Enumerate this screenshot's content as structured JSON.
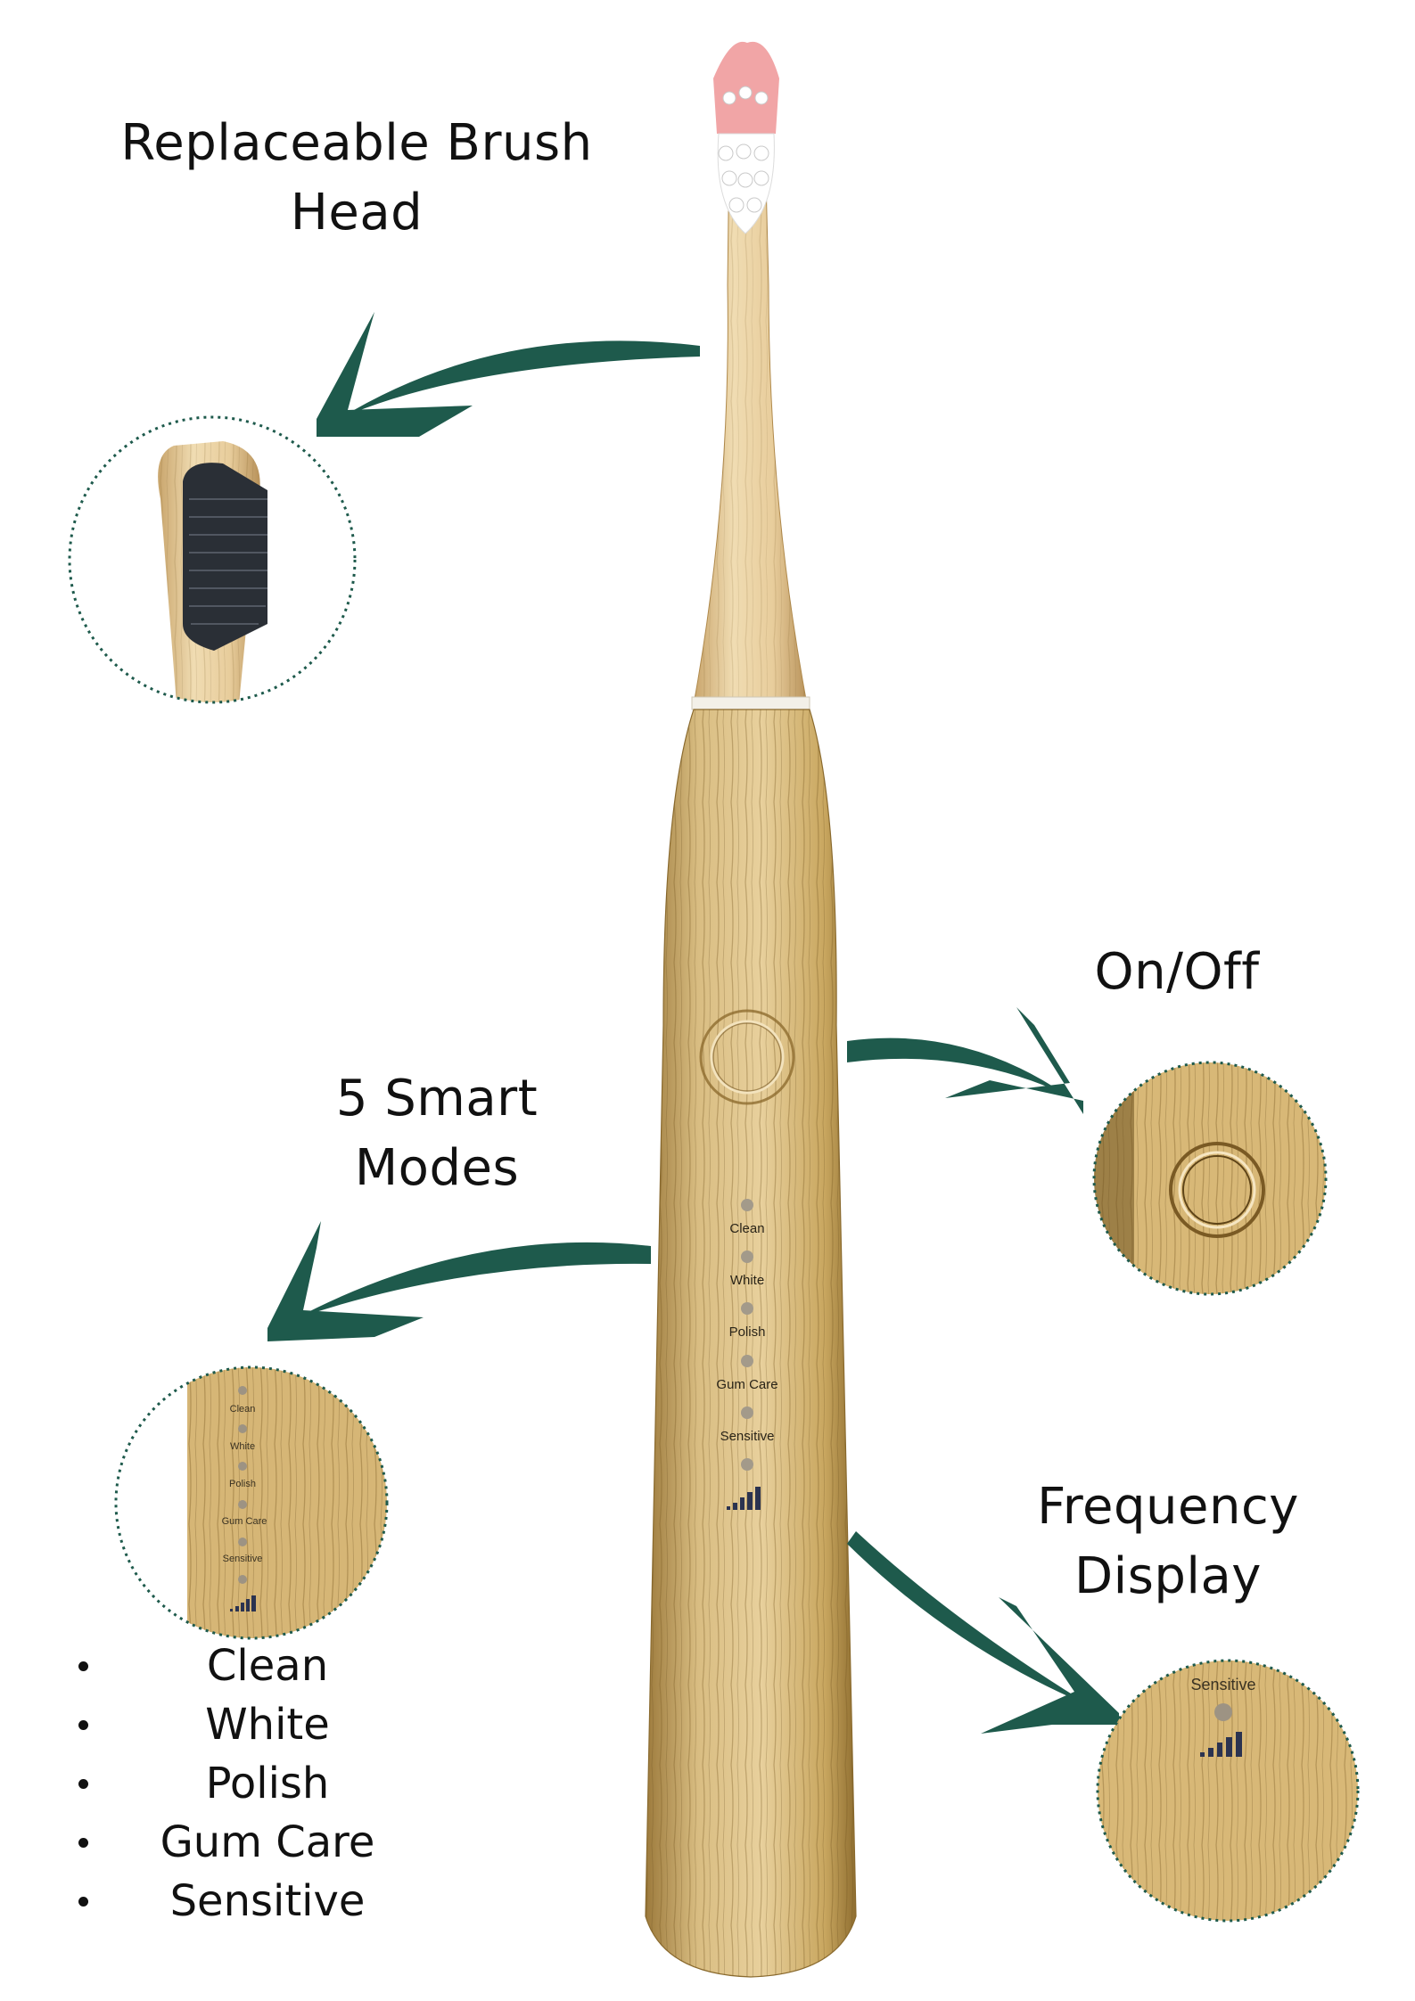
{
  "callouts": {
    "brush_head": [
      "Replaceable Brush",
      "Head"
    ],
    "on_off": [
      "On/Off"
    ],
    "smart_modes": [
      "5 Smart",
      "Modes"
    ],
    "frequency": [
      "Frequency",
      "Display"
    ]
  },
  "handle_modes": [
    "Clean",
    "White",
    "Polish",
    "Gum Care",
    "Sensitive"
  ],
  "mode_list": [
    "Clean",
    "White",
    "Polish",
    "Gum Care",
    "Sensitive"
  ],
  "zoom_frequency_label": "Sensitive",
  "colors": {
    "arrow": "#1e5a4c",
    "circle_border": "#1e5a4c",
    "bamboo_light": "#e9cfa0",
    "bamboo_dark": "#b08a4c",
    "wood_grain": "#8a6a2e",
    "bristle_pink": "#f1a5a6",
    "bristle_white": "#ffffff",
    "bristle_black": "#2a2f36"
  },
  "icons": [
    "arrow-curved",
    "signal-bars-icon",
    "power-button-icon"
  ]
}
